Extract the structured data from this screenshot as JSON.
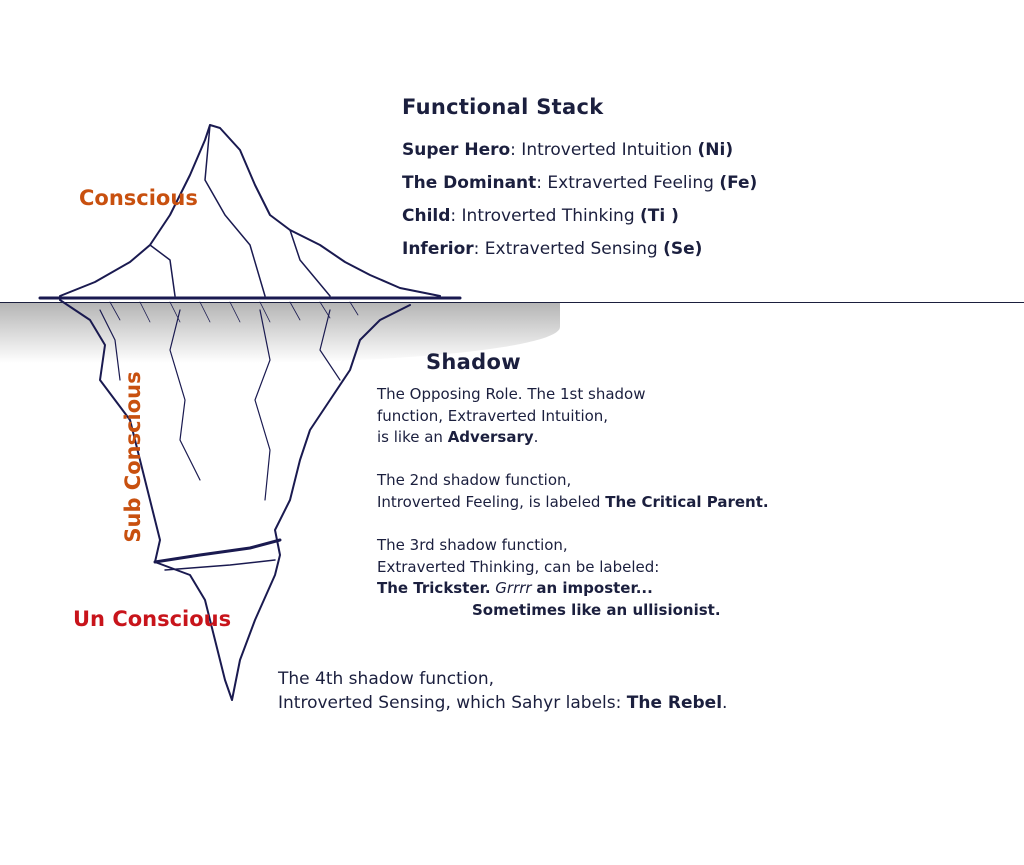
{
  "colors": {
    "text": "#1b1f3e",
    "conscious": "#c8500f",
    "unconscious": "#c8141b"
  },
  "levels": {
    "conscious": "Conscious",
    "subconscious": "Sub Conscious",
    "unconscious": "Un Conscious"
  },
  "functional_stack": {
    "title": "Functional Stack",
    "items": [
      {
        "role": "Super Hero",
        "function": ": Introverted Intuition ",
        "code": "(Ni)"
      },
      {
        "role": "The Dominant",
        "function": ": Extraverted Feeling ",
        "code": "(Fe)"
      },
      {
        "role": "Child",
        "function": ": Introverted Thinking ",
        "code": "(Ti )"
      },
      {
        "role": "Inferior",
        "function": ": Extraverted Sensing ",
        "code": "(Se)"
      }
    ]
  },
  "shadow": {
    "title": "Shadow",
    "p1": {
      "l1": "The Opposing Role. The 1st shadow",
      "l2": "function, Extraverted Intuition,",
      "l3": "is like an ",
      "bold": "Adversary",
      "end": "."
    },
    "p2": {
      "l1": "The 2nd shadow function,",
      "l2": "Introverted Feeling, is labeled ",
      "bold": "The Critical Parent."
    },
    "p3": {
      "l1": "The 3rd shadow function,",
      "l2": "Extraverted Thinking, can be labeled:",
      "bold1": "The Trickster.",
      "italic": " Grrrr ",
      "bold2": "an imposter...",
      "l4": "Sometimes like an ullisionist."
    },
    "p4": {
      "l1": "The 4th shadow function,",
      "l2": "Introverted Sensing, which Sahyr labels: ",
      "bold": "The Rebel",
      "end": "."
    }
  }
}
